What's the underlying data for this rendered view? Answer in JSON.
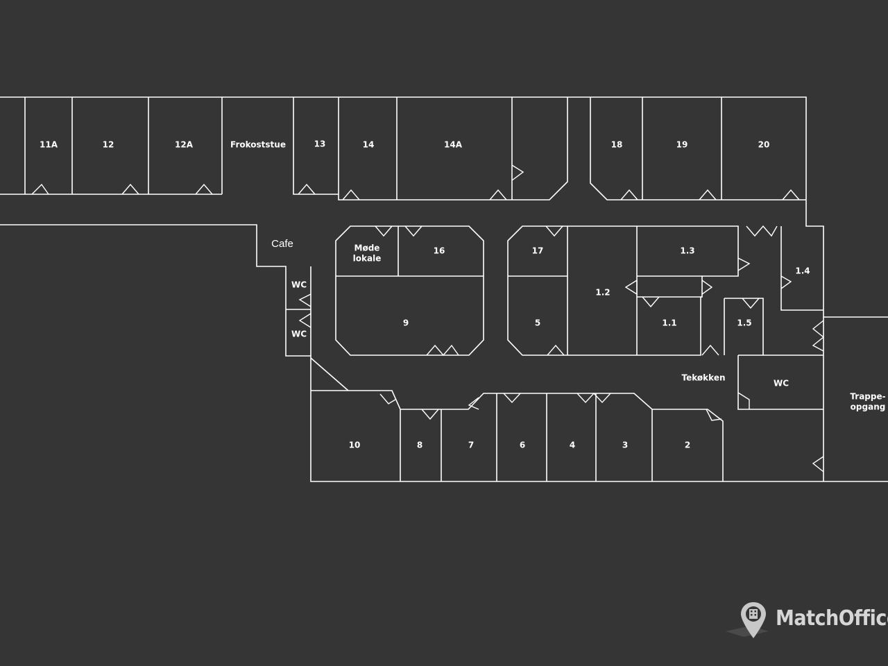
{
  "colors": {
    "background": "#353535",
    "line": "#ffffff",
    "brand": "#d6d6d6"
  },
  "rooms": {
    "r11a": "11A",
    "r12": "12",
    "r12a": "12A",
    "frokoststue": "Frokoststue",
    "r13": "13",
    "r14": "14",
    "r14a": "14A",
    "r18": "18",
    "r19": "19",
    "r20": "20",
    "cafe": "Cafe",
    "mode_line1": "Møde",
    "mode_line2": "lokale",
    "r16": "16",
    "r17": "17",
    "r1_3": "1.3",
    "r1_4": "1.4",
    "r1_2": "1.2",
    "wc_upper": "WC",
    "wc_lower": "WC",
    "r9": "9",
    "r5": "5",
    "r1_1": "1.1",
    "r1_5": "1.5",
    "tekokken": "Tekøkken",
    "wc_right": "WC",
    "trappe_line1": "Trappe-",
    "trappe_line2": "opgang",
    "r10": "10",
    "r8": "8",
    "r7": "7",
    "r6": "6",
    "r4": "4",
    "r3": "3",
    "r2": "2"
  },
  "brand": {
    "name": "MatchOffice",
    "icon": "location-pin-building-icon"
  }
}
